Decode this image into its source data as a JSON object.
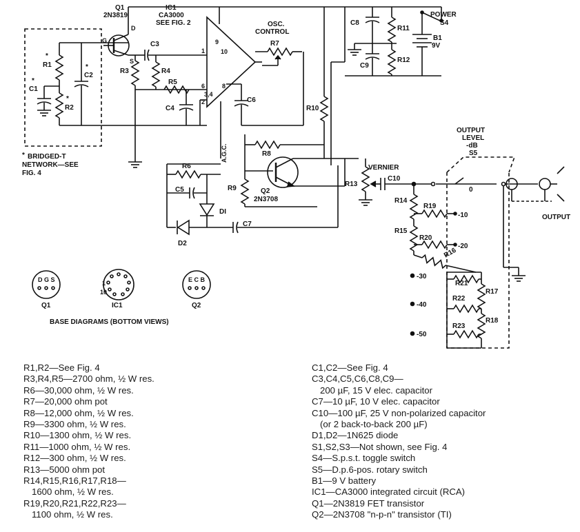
{
  "labels": {
    "q1_ref": "Q1",
    "q1_type": "2N3819",
    "ic1_ref": "IC1",
    "ic1_type": "CA3000",
    "ic1_note": "SEE FIG. 2",
    "osc_control": "OSC.",
    "osc_control2": "CONTROL",
    "power": "POWER",
    "s4": "S4",
    "b1": "B1",
    "b1_v": "9V",
    "c1": "C1",
    "c2": "C2",
    "c3": "C3",
    "c4": "C4",
    "c5": "C5",
    "c6": "C6",
    "c7": "C7",
    "c8": "C8",
    "c9": "C9",
    "c10": "C10",
    "r1": "R1",
    "r2": "R2",
    "r3": "R3",
    "r4": "R4",
    "r5": "R5",
    "r6": "R6",
    "r7": "R7",
    "r8": "R8",
    "r9": "R9",
    "r10": "R10",
    "r11": "R11",
    "r12": "R12",
    "r13": "R13",
    "r14": "R14",
    "r15": "R15",
    "r16": "R16",
    "r17": "R17",
    "r18": "R18",
    "r19": "R19",
    "r20": "R20",
    "r21": "R21",
    "r22": "R22",
    "r23": "R23",
    "d1": "DI",
    "d2": "D2",
    "q2_ref": "Q2",
    "q2_type": "2N3708",
    "agc": "A.G.C.",
    "vernier": "VERNIER",
    "output_level": "OUTPUT",
    "output_level2": "LEVEL",
    "output_db": "-dB",
    "s5": "S5",
    "output": "OUTPUT",
    "bridged_t_1": "BRIDGED-T",
    "bridged_t_2": "NETWORK—SEE",
    "bridged_t_3": "FIG. 4",
    "asterisk": "*",
    "step_0": "0",
    "step_10": "-10",
    "step_20": "-20",
    "step_30": "-30",
    "step_40": "-40",
    "step_50": "-50",
    "pin_g": "G",
    "pin_d": "D",
    "pin_s": "S",
    "pin_1": "1",
    "pin_2": "2",
    "pin_6": "6",
    "pin_34": "3,4",
    "pin_8": "8",
    "pin_9": "9",
    "pin_10": "10",
    "base_q1": "Q1",
    "base_ic1": "IC1",
    "base_q2": "Q2",
    "base_q1_pins": "D G S",
    "base_q2_pins": "E C B",
    "base_ic1_1": "1",
    "base_ic1_10": "10",
    "base_title": "BASE DIAGRAMS (BOTTOM VIEWS)"
  },
  "parts_left": [
    "R1,R2—See Fig. 4",
    "R3,R4,R5—2700 ohm, ½ W res.",
    "R6—30,000 ohm, ½ W res.",
    "R7—20,000 ohm pot",
    "R8—12,000 ohm, ½ W res.",
    "R9—3300 ohm, ½ W res.",
    "R10—1300 ohm, ½ W res.",
    "R11—1000 ohm, ½ W res.",
    "R12—300 ohm, ½ W res.",
    "R13—5000 ohm pot",
    "R14,R15,R16,R17,R18—",
    "1600 ohm, ½ W res.",
    "R19,R20,R21,R22,R23—",
    "1100 ohm, ½ W res."
  ],
  "parts_right": [
    "C1,C2—See Fig. 4",
    "C3,C4,C5,C6,C8,C9—",
    "200 µF, 15 V elec. capacitor",
    "C7—10 µF, 10 V elec. capacitor",
    "C10—100 µF, 25 V non-polarized capacitor",
    "(or 2 back-to-back 200 µF)",
    "D1,D2—1N625 diode",
    "S1,S2,S3—Not shown, see Fig. 4",
    "S4—S.p.s.t. toggle switch",
    "S5—D.p.6-pos. rotary switch",
    "B1—9 V battery",
    "IC1—CA3000 integrated circuit (RCA)",
    "Q1—2N3819 FET transistor",
    "Q2—2N3708 \"n-p-n\" transistor (TI)"
  ]
}
